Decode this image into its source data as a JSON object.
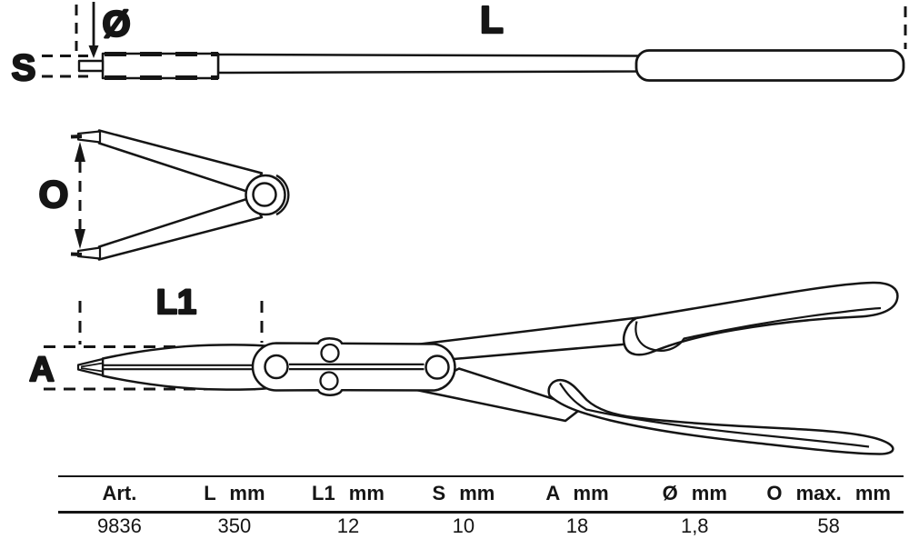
{
  "labels": {
    "diameter": "Ø",
    "length": "L",
    "tip_thickness": "S",
    "opening": "O",
    "jaw_length": "L1",
    "tip_height": "A"
  },
  "table": {
    "columns": [
      "Art.",
      "L mm",
      "L1 mm",
      "S mm",
      "A mm",
      "Ø mm",
      "O max. mm"
    ],
    "values": [
      "9836",
      "350",
      "12",
      "10",
      "18",
      "1,8",
      "58"
    ]
  },
  "colors": {
    "ink": "#151515",
    "background": "#ffffff"
  }
}
